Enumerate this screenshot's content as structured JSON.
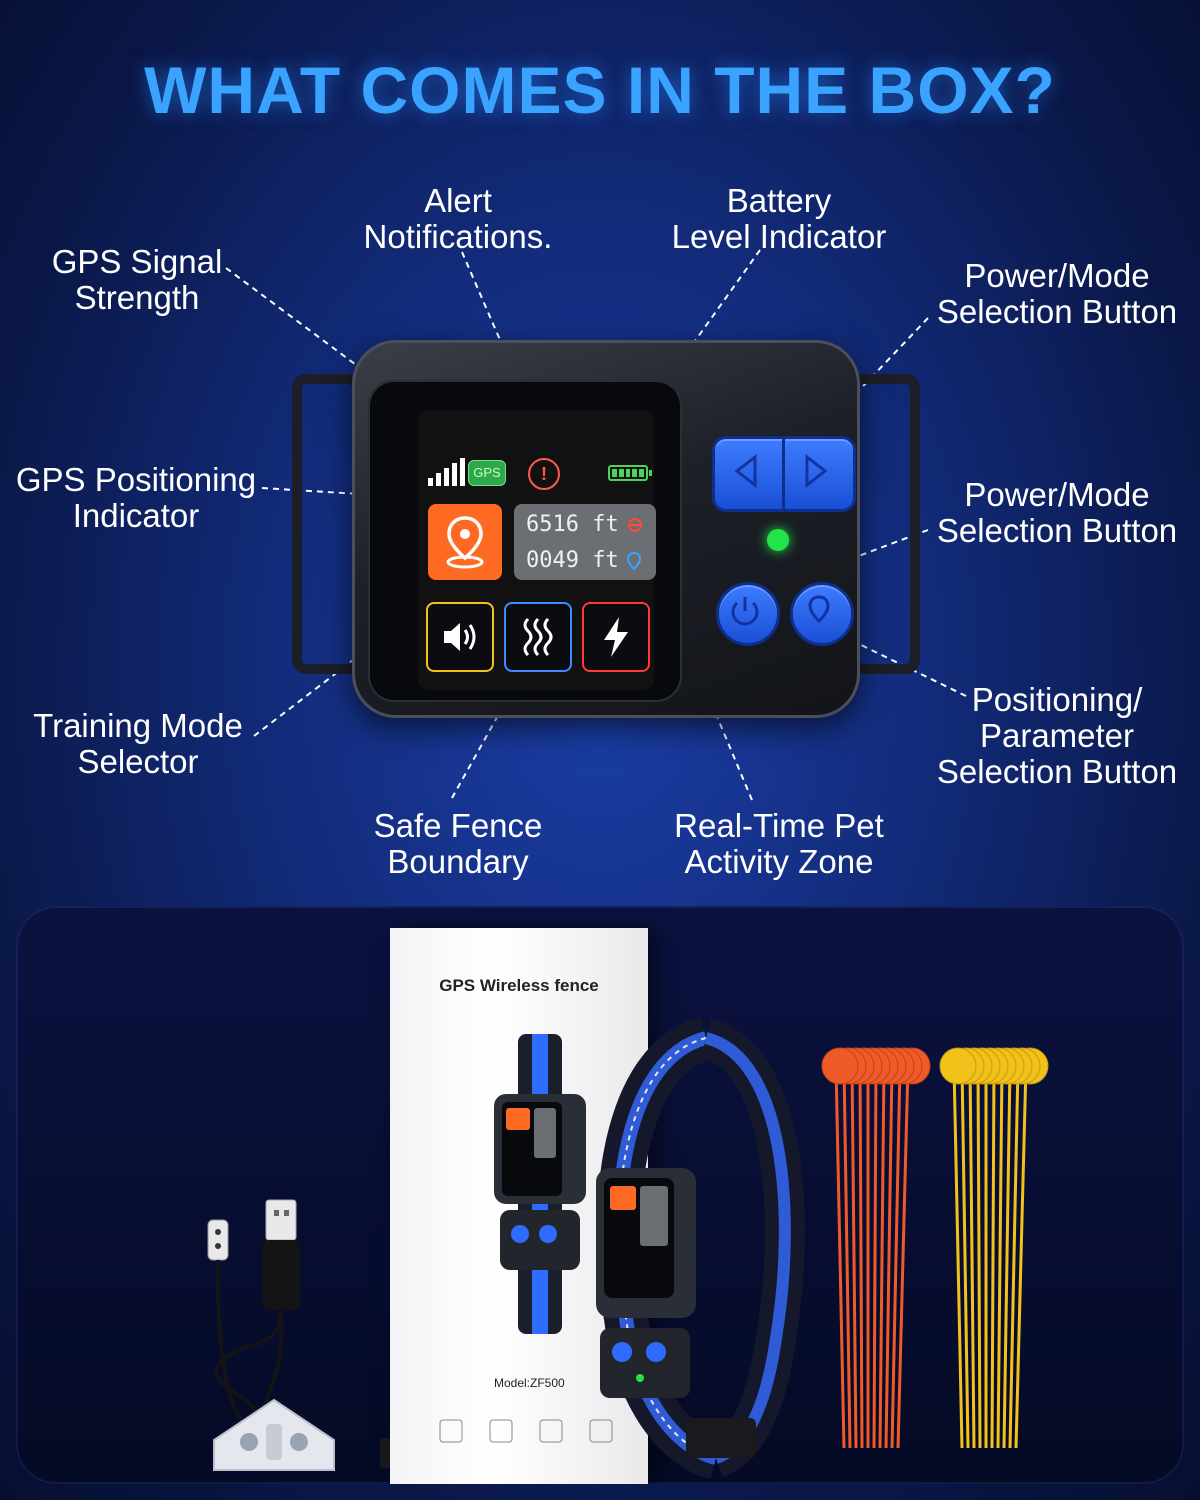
{
  "title": "WHAT COMES IN THE BOX?",
  "callouts": {
    "gps_signal": [
      "GPS Signal",
      "Strength"
    ],
    "alert": [
      "Alert",
      "Notifications."
    ],
    "battery": [
      "Battery",
      "Level Indicator"
    ],
    "power_mode_1": [
      "Power/Mode",
      "Selection Button"
    ],
    "gps_positioning": [
      "GPS Positioning",
      "Indicator"
    ],
    "power_mode_2": [
      "Power/Mode",
      "Selection Button"
    ],
    "training_mode": [
      "Training Mode",
      "Selector"
    ],
    "positioning_param": [
      "Positioning/",
      "Parameter",
      "Selection Button"
    ],
    "safe_fence": [
      "Safe Fence",
      "Boundary"
    ],
    "pet_zone": [
      "Real-Time Pet",
      "Activity Zone"
    ]
  },
  "screen": {
    "gps_badge": "GPS",
    "alert_icon": "!",
    "distance_fence": "6516 ft",
    "distance_pet": "0049 ft"
  },
  "box": {
    "title": "GPS Wireless fence",
    "model": "Model:ZF500"
  },
  "colors": {
    "title_blue": "#3aa3ff",
    "accent_orange": "#ff6a22",
    "button_blue": "#2f6bff",
    "led_green": "#22e34a",
    "pin_orange": "#f05a28",
    "pin_yellow": "#f2c21b"
  },
  "icons": {
    "signal": "signal-bars-icon",
    "location": "location-pin-icon",
    "sound": "speaker-icon",
    "vibrate": "vibration-icon",
    "shock": "lightning-icon",
    "power": "power-icon"
  }
}
